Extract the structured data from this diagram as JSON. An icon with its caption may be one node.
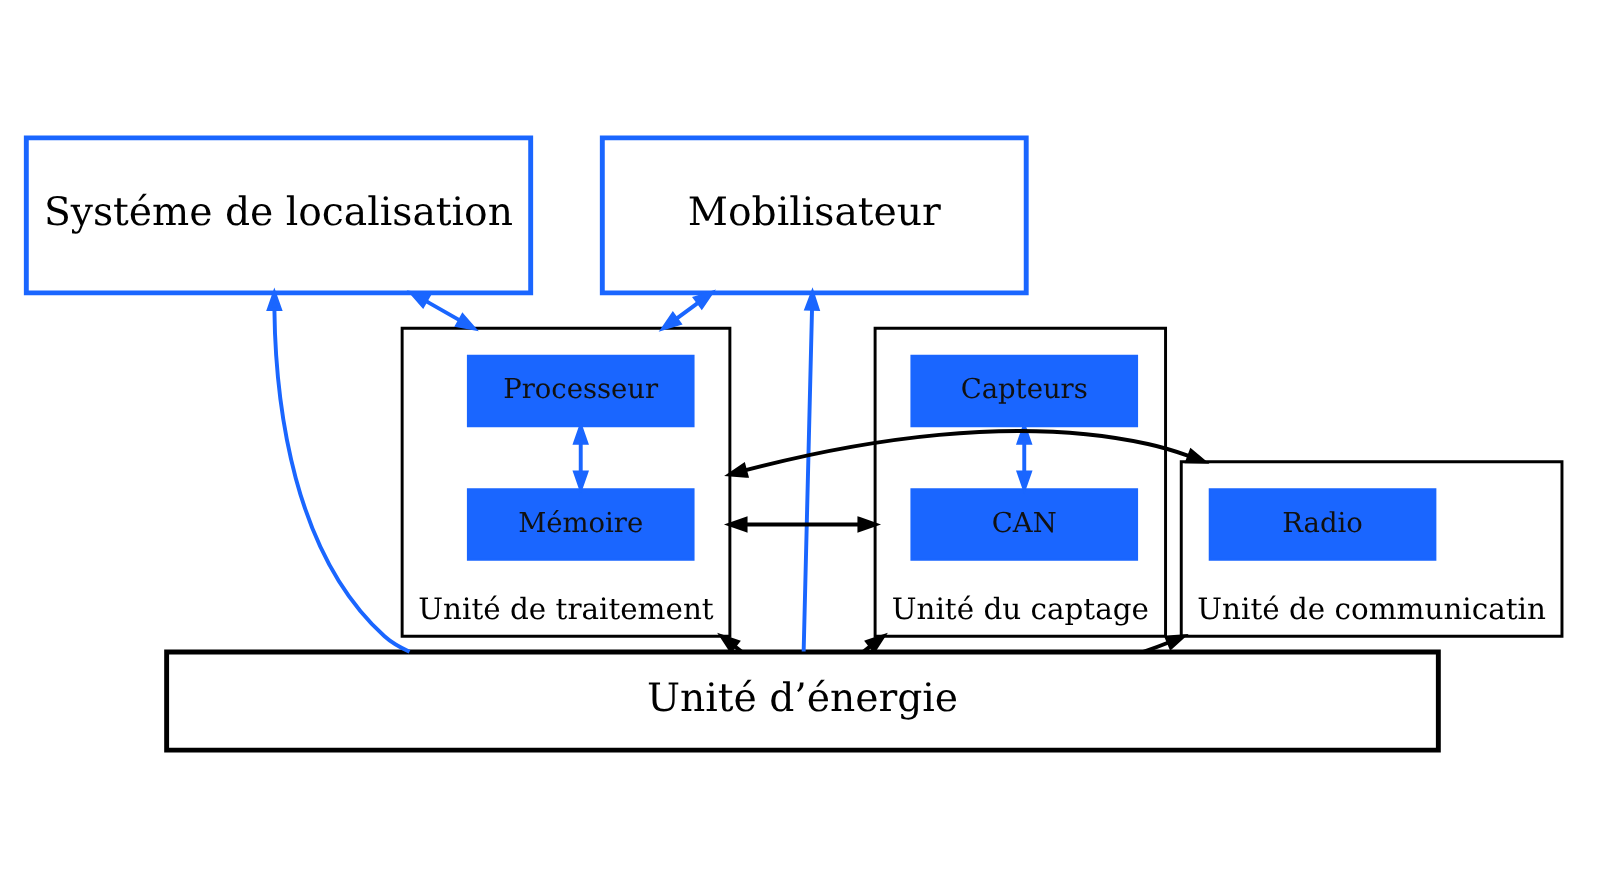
{
  "diagram": {
    "nodes": [
      {
        "text": [
          "Systéme de localisation"
        ]
      },
      {
        "text": [
          "Mobilisateur"
        ]
      },
      {
        "text": [
          "Unité du captage"
        ]
      },
      {
        "text": [
          "Capteurs"
        ],
        "in": 2
      },
      {
        "text": [
          "CAN"
        ],
        "in": 2
      },
      {
        "text": [
          "Unité de traitement"
        ]
      },
      {
        "text": [
          "Processeur"
        ],
        "in": 5
      },
      {
        "text": [
          "Mémoire"
        ],
        "in": 5
      },
      {
        "text": [
          "Unité de communicatin"
        ]
      },
      {
        "text": [
          "Radio"
        ],
        "in": 8
      },
      {
        "text": [
          "Unité d’énergie"
        ]
      }
    ],
    "edges": [
      {
        "from": 3,
        "to": 4,
        "arrow": "both"
      },
      {
        "from": 6,
        "to": 7,
        "arrow": "both"
      },
      {
        "from": 2,
        "to": 5,
        "arrow": "both",
        "color": "#000000"
      },
      {
        "from": 5,
        "to": 8,
        "arrow": "both",
        "color": "#000000"
      },
      {
        "from": 0,
        "to": 5,
        "arrow": "both"
      },
      {
        "from": 5,
        "to": 1,
        "arrow": "both"
      },
      {
        "from": 10,
        "to": 0,
        "arrow": "to"
      },
      {
        "from": 10,
        "to": 1,
        "arrow": "to"
      },
      {
        "from": 10,
        "to": 2,
        "arrow": "to",
        "color": "#000000"
      },
      {
        "from": 10,
        "to": 5,
        "arrow": "to",
        "color": "#000000"
      },
      {
        "from": 10,
        "to": 8,
        "arrow": "to",
        "color": "#000000"
      }
    ]
  }
}
